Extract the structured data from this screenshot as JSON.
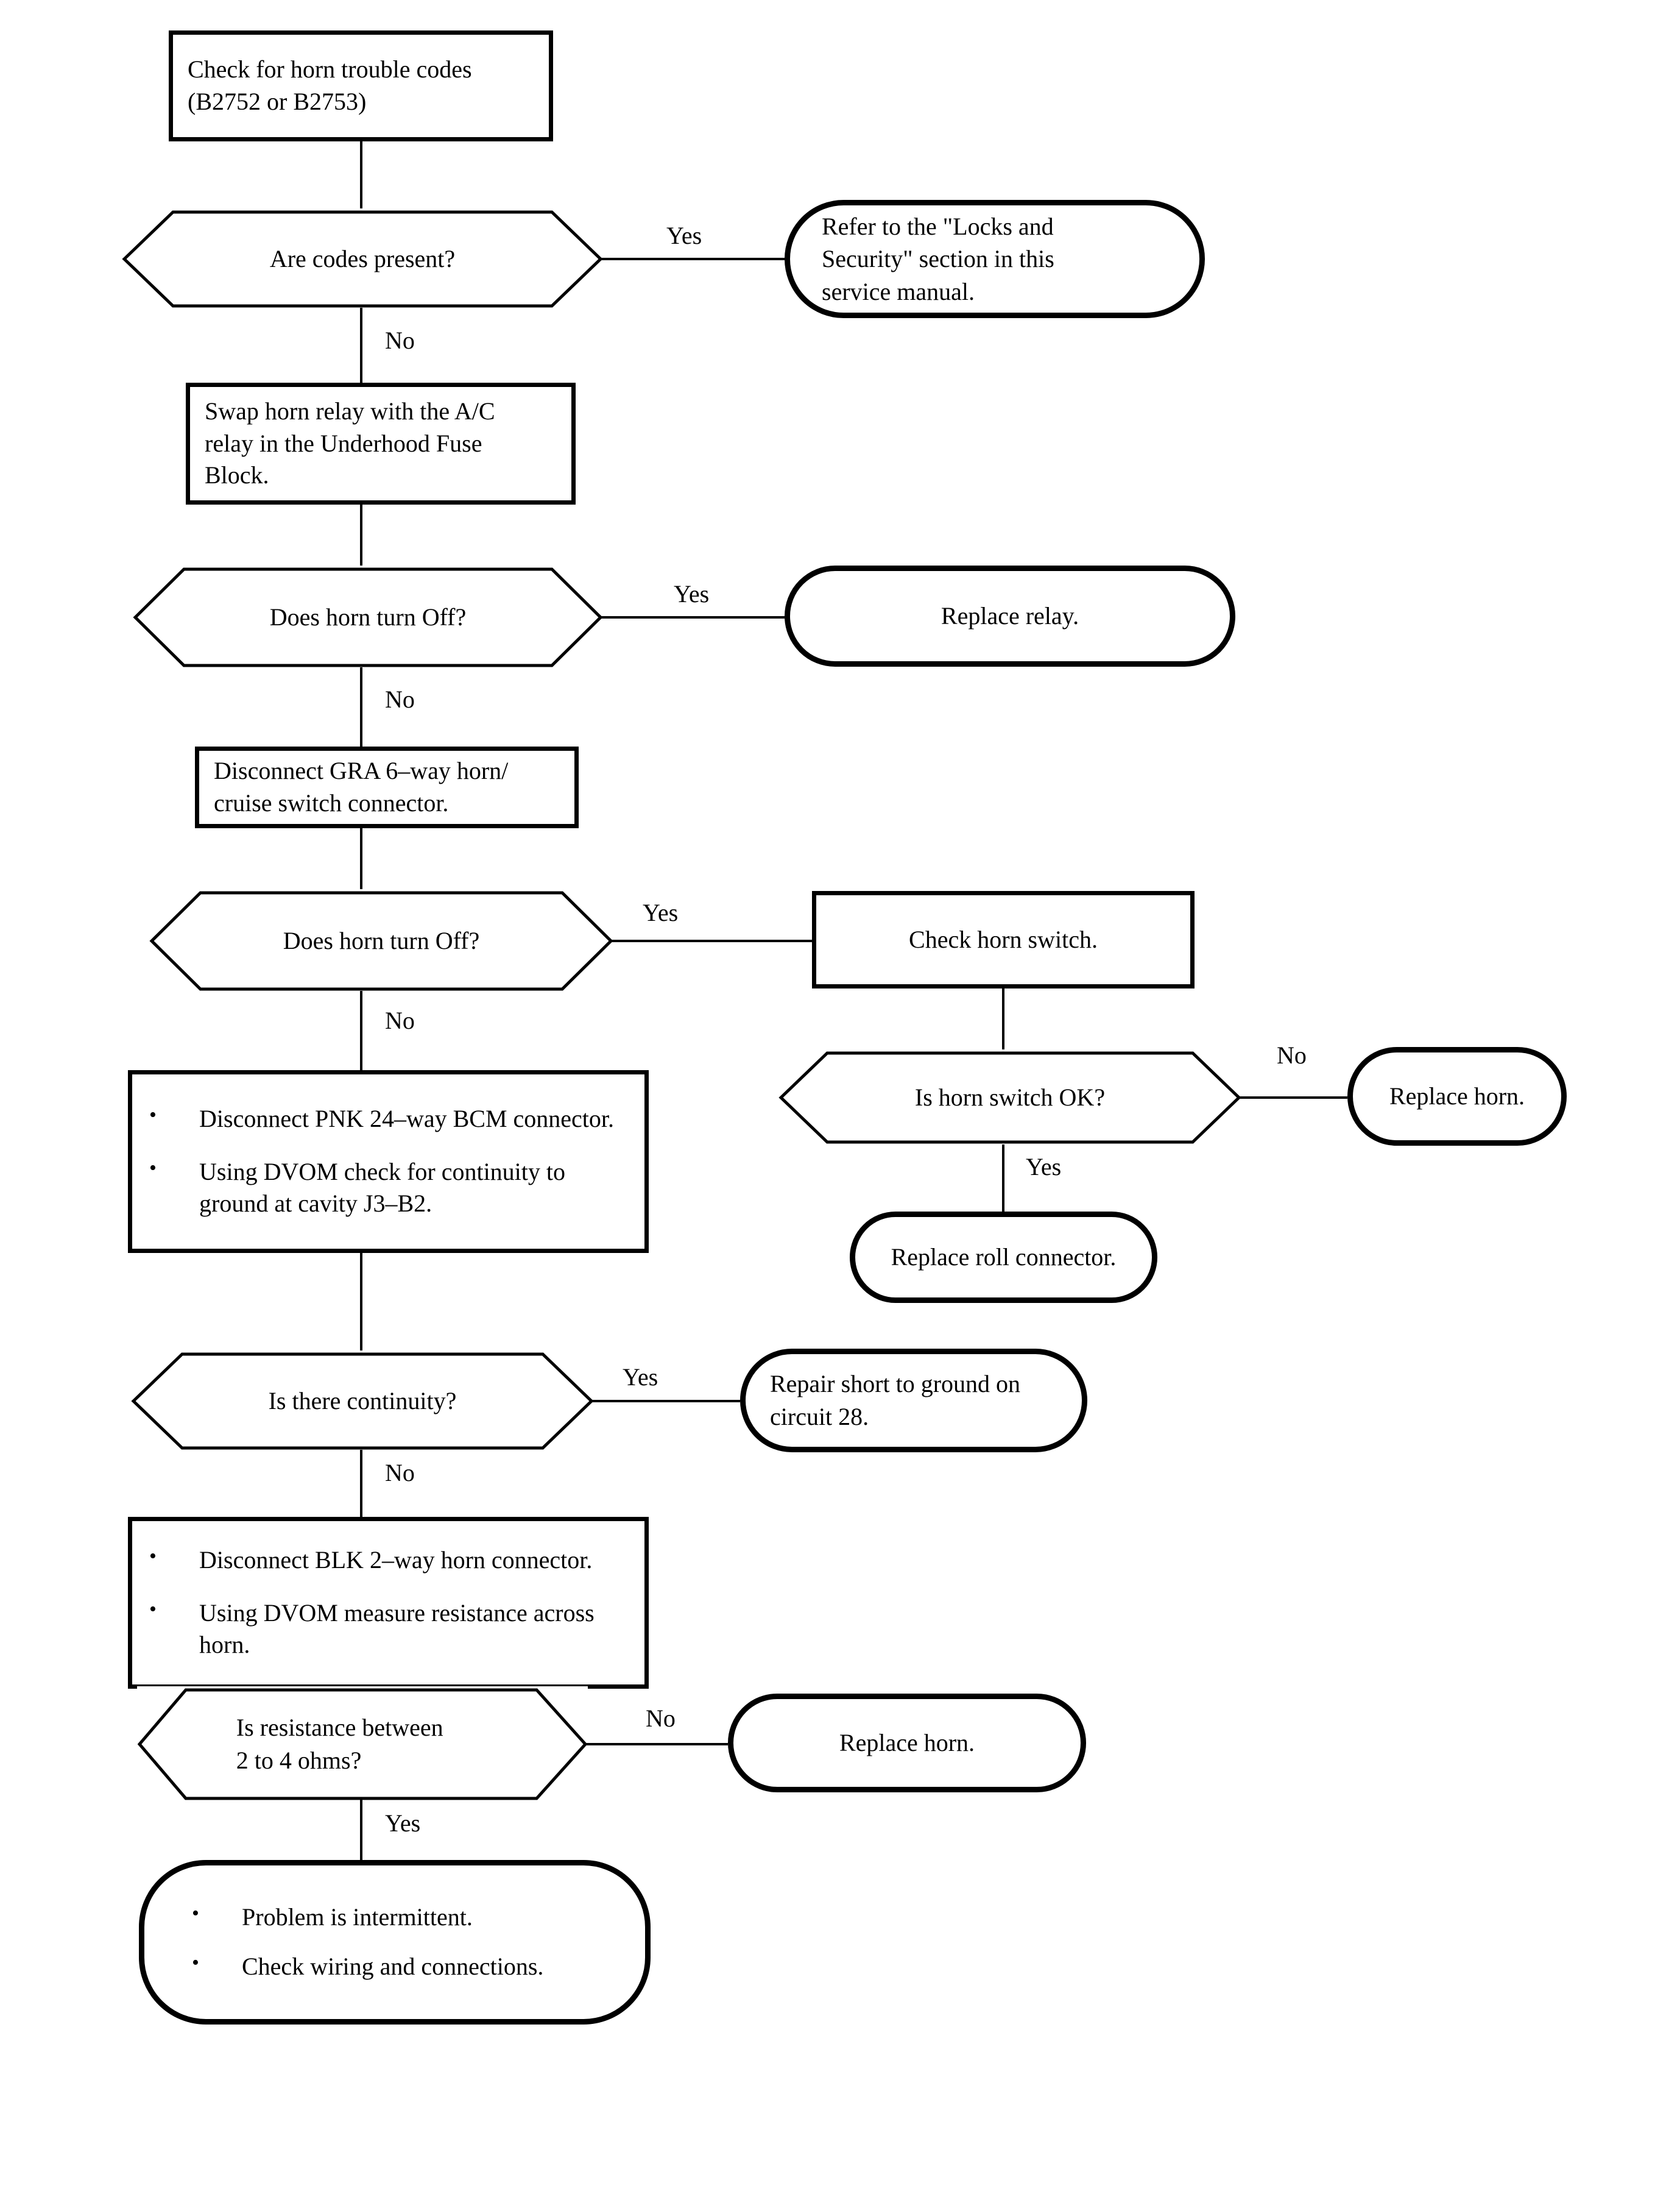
{
  "diagram": {
    "title": "Horn Diagnostic Flowchart",
    "type": "flowchart",
    "stroke_color": "#000000",
    "background_color": "#ffffff"
  },
  "nodes": {
    "start_check_codes": {
      "shape": "process",
      "text": "Check for horn trouble codes (B2752 or B2753)",
      "line1": "Check for horn trouble codes",
      "line2": "(B2752 or B2753)"
    },
    "q_codes_present": {
      "shape": "decision",
      "text": "Are codes present?"
    },
    "t_locks_security": {
      "shape": "terminal",
      "line1": "Refer to the \"Locks and",
      "line2": "Security\" section in this",
      "line3": "service manual."
    },
    "p_swap_relay": {
      "shape": "process",
      "line1": "Swap horn relay with the A/C",
      "line2": "relay in the Underhood Fuse",
      "line3": "Block."
    },
    "q_horn_off_1": {
      "shape": "decision",
      "text": "Does horn turn Off?"
    },
    "t_replace_relay": {
      "shape": "terminal",
      "text": "Replace relay."
    },
    "p_disconnect_gra": {
      "shape": "process",
      "line1": "Disconnect GRA 6–way horn/",
      "line2": "cruise switch connector."
    },
    "q_horn_off_2": {
      "shape": "decision",
      "text": "Does horn turn Off?"
    },
    "p_check_horn_switch": {
      "shape": "process",
      "text": "Check horn switch."
    },
    "q_horn_switch_ok": {
      "shape": "decision",
      "text": "Is horn switch OK?"
    },
    "t_replace_horn_1": {
      "shape": "terminal",
      "text": "Replace horn."
    },
    "t_replace_roll_connector": {
      "shape": "terminal",
      "text": "Replace roll connector."
    },
    "p_bcm_continuity": {
      "shape": "process",
      "bullets": [
        "Disconnect PNK  24–way BCM connector.",
        "Using DVOM check for continuity to ground at cavity J3–B2."
      ]
    },
    "q_continuity": {
      "shape": "decision",
      "text": "Is there continuity?"
    },
    "t_repair_short": {
      "shape": "terminal",
      "line1": "Repair short to ground on",
      "line2": "circuit 28."
    },
    "p_blk_resistance": {
      "shape": "process",
      "bullets": [
        "Disconnect BLK 2–way horn connector.",
        "Using DVOM measure resistance across horn."
      ]
    },
    "q_resistance": {
      "shape": "decision",
      "line1": "Is resistance between",
      "line2": "2 to 4 ohms?"
    },
    "t_intermittent": {
      "shape": "terminal",
      "bullets": [
        "Problem is intermittent.",
        "Check wiring and connections."
      ]
    }
  },
  "edge_labels": {
    "codes_present_yes": "Yes",
    "codes_present_no": "No",
    "horn_off_1_yes": "Yes",
    "horn_off_1_no": "No",
    "horn_off_2_yes": "Yes",
    "horn_off_2_no": "No",
    "horn_switch_ok_no": "No",
    "horn_switch_ok_yes": "Yes",
    "continuity_yes": "Yes",
    "continuity_no": "No",
    "resistance_no": "No",
    "resistance_yes": "Yes"
  }
}
